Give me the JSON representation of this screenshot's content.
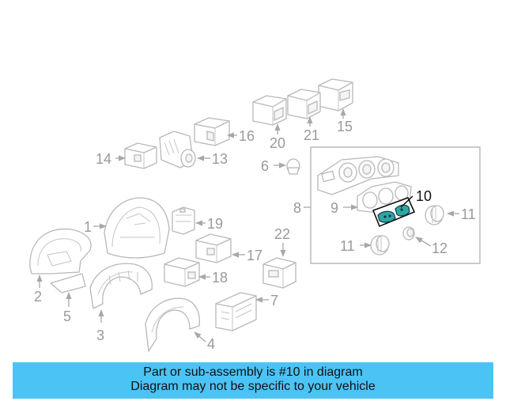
{
  "callouts": {
    "c1": "1",
    "c2": "2",
    "c3": "3",
    "c4": "4",
    "c5": "5",
    "c6": "6",
    "c7": "7",
    "c8": "8",
    "c9": "9",
    "c10": "10",
    "c11a": "11",
    "c11b": "11",
    "c12": "12",
    "c13": "13",
    "c14": "14",
    "c15": "15",
    "c16": "16",
    "c17": "17",
    "c18": "18",
    "c19": "19",
    "c20": "20",
    "c21": "21",
    "c22": "22"
  },
  "highlight": {
    "callout": "10",
    "color": "#2fa6a6"
  },
  "banner": {
    "line1": "Part or sub-assembly is #10 in diagram",
    "line2": "Diagram may not be specific to your vehicle",
    "background": "#4cc3f5"
  }
}
